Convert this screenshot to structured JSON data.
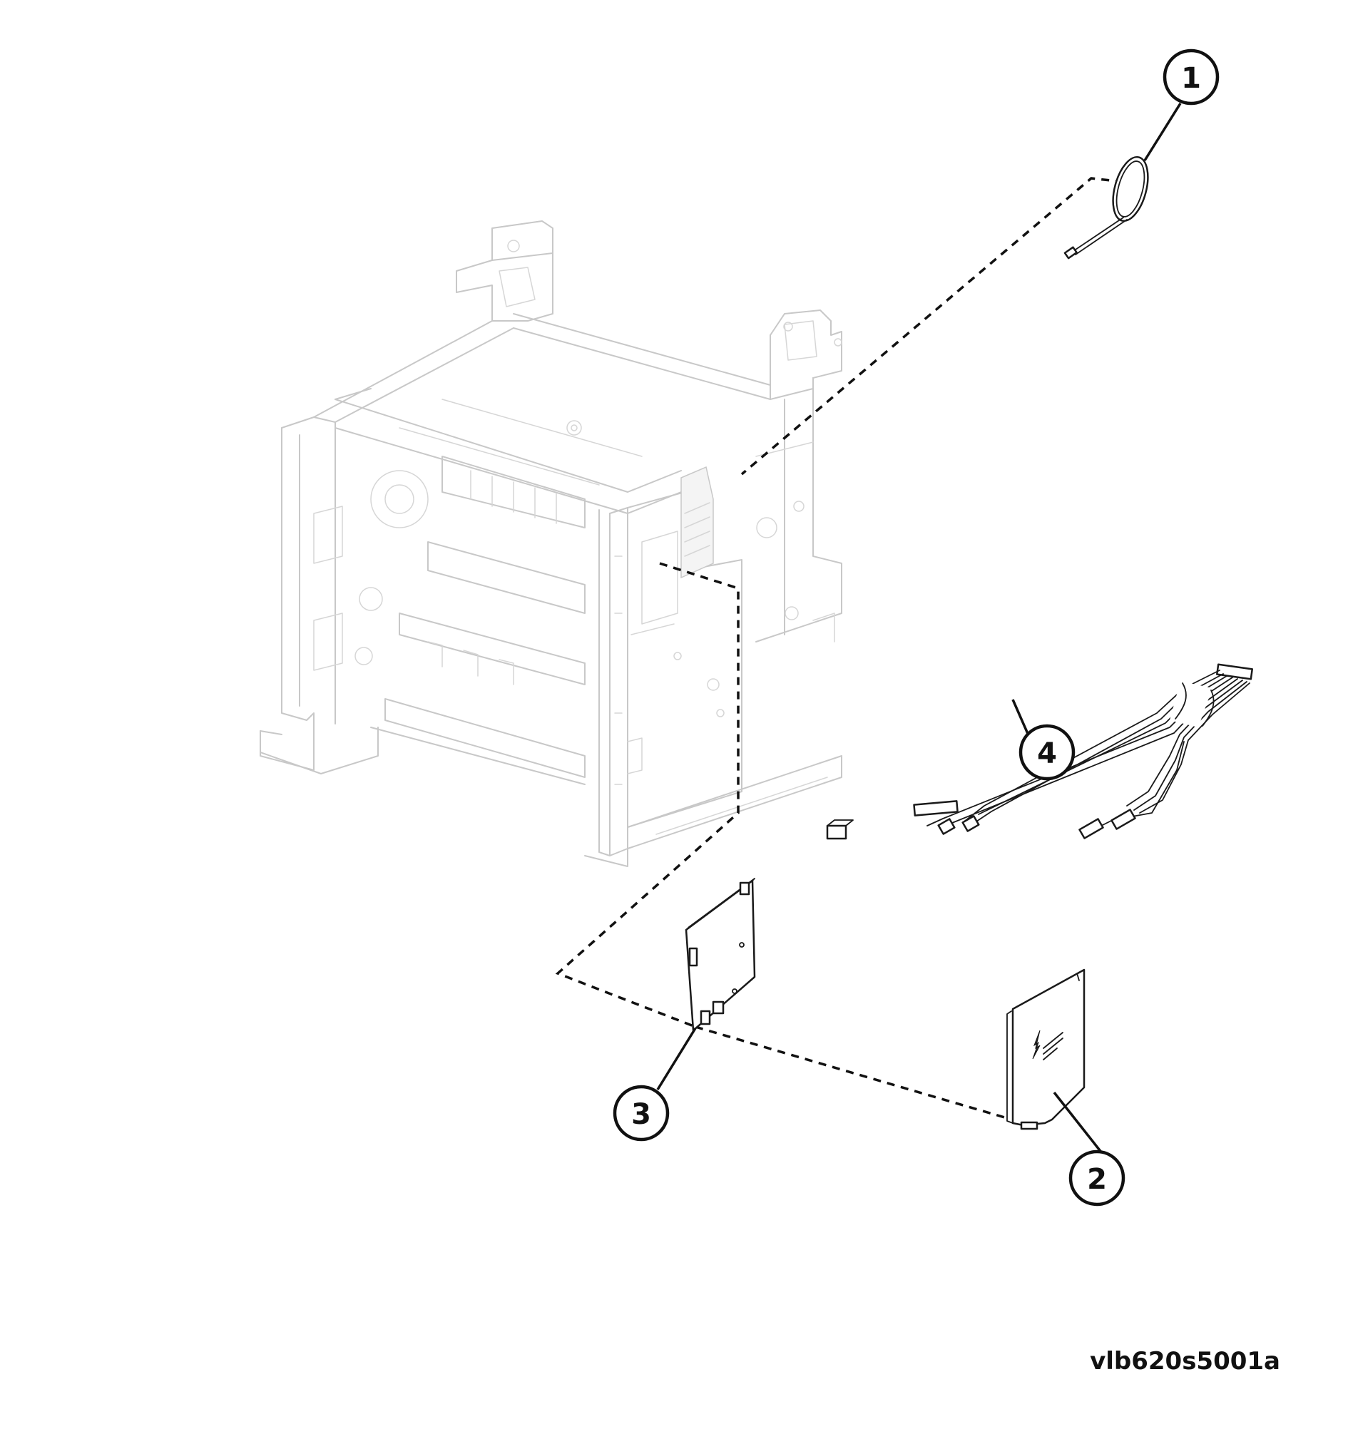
{
  "figure_id": "vlb620s5001a",
  "callouts": [
    {
      "number": "1",
      "part": "ring-sensor"
    },
    {
      "number": "2",
      "part": "cover-plate"
    },
    {
      "number": "3",
      "part": "circuit-board"
    },
    {
      "number": "4",
      "part": "wire-harness"
    }
  ],
  "colors": {
    "frame_line": "#c8c8c8",
    "part_line": "#1a1a1a",
    "background": "#ffffff"
  }
}
